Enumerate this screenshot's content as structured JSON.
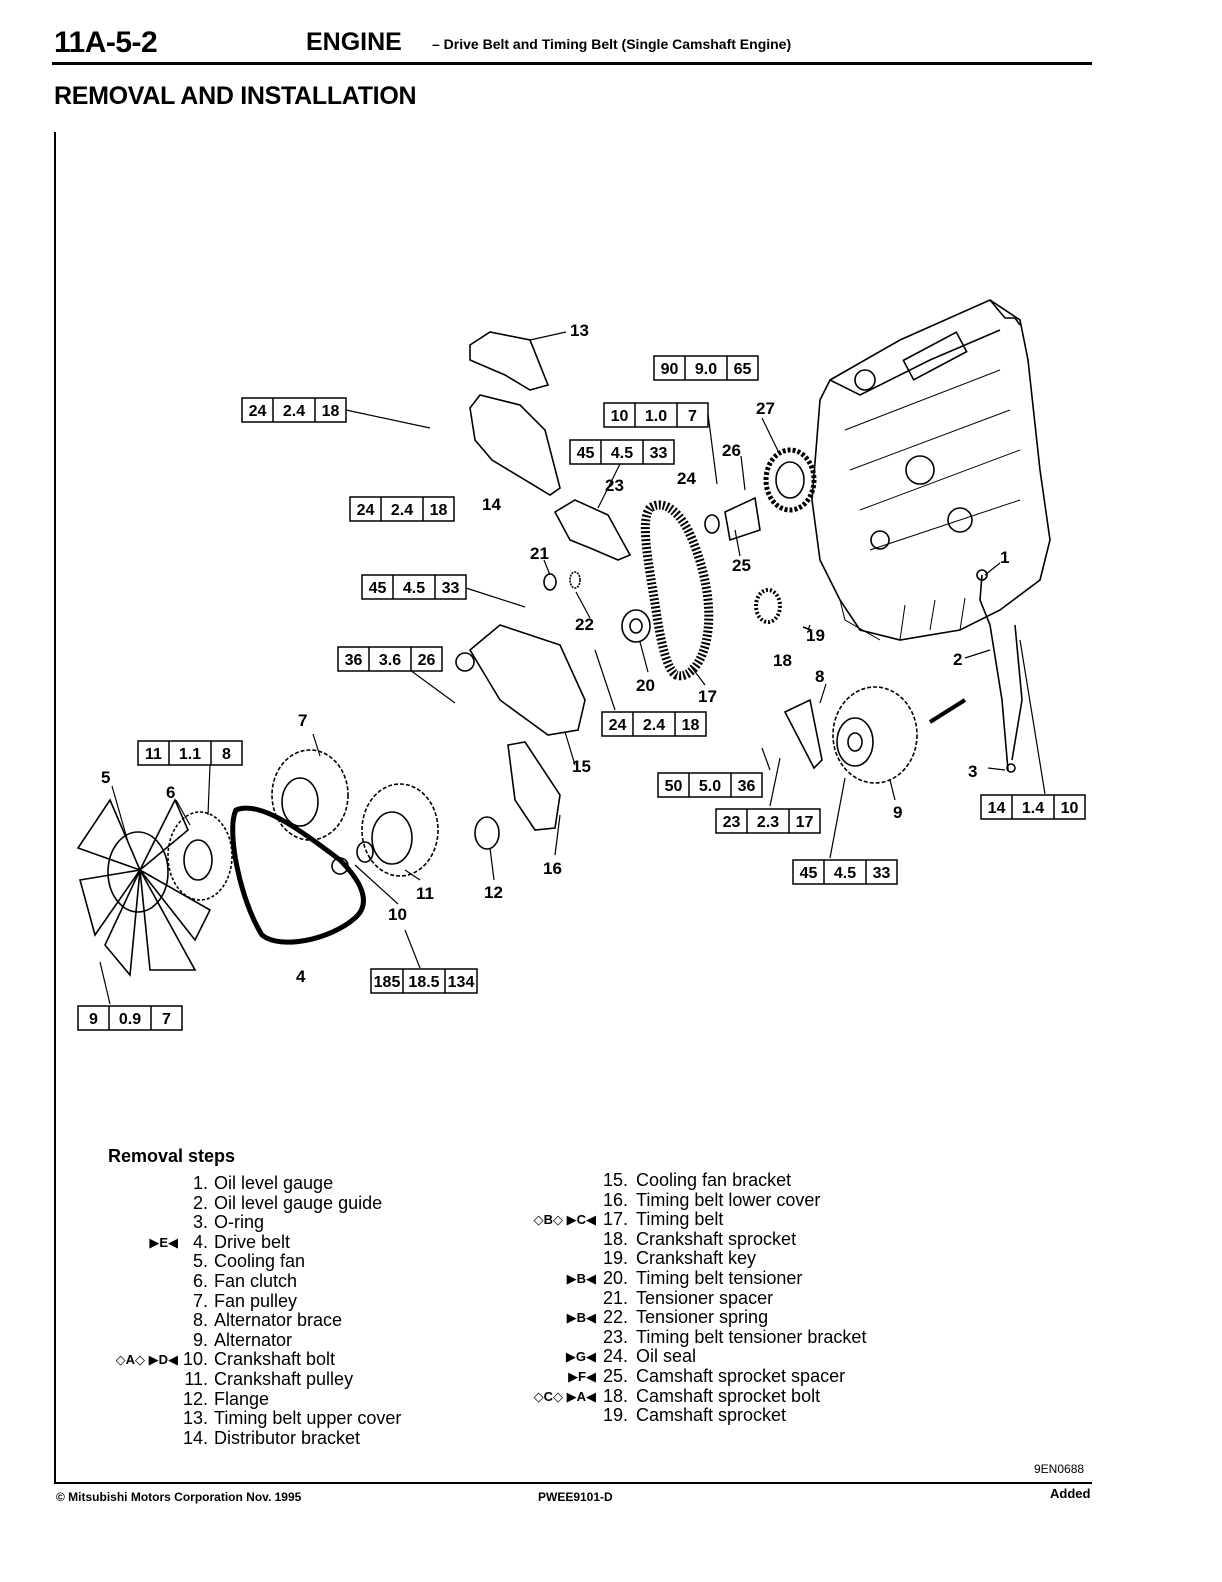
{
  "header": {
    "page_number": "11A-5-2",
    "section": "ENGINE",
    "subtitle": "– Drive Belt and Timing Belt (Single Camshaft Engine)"
  },
  "page_title": "REMOVAL AND INSTALLATION",
  "diagram": {
    "callouts": [
      "1",
      "2",
      "3",
      "4",
      "5",
      "6",
      "7",
      "8",
      "9",
      "10",
      "11",
      "12",
      "13",
      "14",
      "15",
      "16",
      "17",
      "18",
      "19",
      "20",
      "21",
      "22",
      "23",
      "24",
      "25",
      "26",
      "27"
    ],
    "torque_specs": [
      [
        "24",
        "2.4",
        "18"
      ],
      [
        "24",
        "2.4",
        "18"
      ],
      [
        "90",
        "9.0",
        "65"
      ],
      [
        "10",
        "1.0",
        "7"
      ],
      [
        "45",
        "4.5",
        "33"
      ],
      [
        "45",
        "4.5",
        "33"
      ],
      [
        "36",
        "3.6",
        "26"
      ],
      [
        "24",
        "2.4",
        "18"
      ],
      [
        "11",
        "1.1",
        "8"
      ],
      [
        "50",
        "5.0",
        "36"
      ],
      [
        "23",
        "2.3",
        "17"
      ],
      [
        "45",
        "4.5",
        "33"
      ],
      [
        "14",
        "1.4",
        "10"
      ],
      [
        "185",
        "18.5",
        "134"
      ],
      [
        "9",
        "0.9",
        "7"
      ]
    ]
  },
  "removal_steps": {
    "heading": "Removal steps",
    "left": [
      {
        "marks": "",
        "num": "1.",
        "text": "Oil level gauge"
      },
      {
        "marks": "",
        "num": "2.",
        "text": "Oil level gauge guide"
      },
      {
        "marks": "",
        "num": "3.",
        "text": "O-ring"
      },
      {
        "marks": "▶E◀",
        "num": "4.",
        "text": "Drive belt"
      },
      {
        "marks": "",
        "num": "5.",
        "text": "Cooling fan"
      },
      {
        "marks": "",
        "num": "6.",
        "text": "Fan clutch"
      },
      {
        "marks": "",
        "num": "7.",
        "text": "Fan pulley"
      },
      {
        "marks": "",
        "num": "8.",
        "text": "Alternator brace"
      },
      {
        "marks": "",
        "num": "9.",
        "text": "Alternator"
      },
      {
        "marks": "◇A◇ ▶D◀",
        "num": "10.",
        "text": "Crankshaft bolt"
      },
      {
        "marks": "",
        "num": "11.",
        "text": "Crankshaft pulley"
      },
      {
        "marks": "",
        "num": "12.",
        "text": "Flange"
      },
      {
        "marks": "",
        "num": "13.",
        "text": "Timing belt upper cover"
      },
      {
        "marks": "",
        "num": "14.",
        "text": "Distributor bracket"
      }
    ],
    "right": [
      {
        "marks": "",
        "num": "15.",
        "text": "Cooling fan bracket"
      },
      {
        "marks": "",
        "num": "16.",
        "text": "Timing belt lower cover"
      },
      {
        "marks": "◇B◇ ▶C◀",
        "num": "17.",
        "text": "Timing belt"
      },
      {
        "marks": "",
        "num": "18.",
        "text": "Crankshaft sprocket"
      },
      {
        "marks": "",
        "num": "19.",
        "text": "Crankshaft key"
      },
      {
        "marks": "▶B◀",
        "num": "20.",
        "text": "Timing belt tensioner"
      },
      {
        "marks": "",
        "num": "21.",
        "text": "Tensioner spacer"
      },
      {
        "marks": "▶B◀",
        "num": "22.",
        "text": "Tensioner spring"
      },
      {
        "marks": "",
        "num": "23.",
        "text": "Timing belt tensioner bracket"
      },
      {
        "marks": "▶G◀",
        "num": "24.",
        "text": "Oil seal"
      },
      {
        "marks": "▶F◀",
        "num": "25.",
        "text": "Camshaft sprocket spacer"
      },
      {
        "marks": "◇C◇ ▶A◀",
        "num": "18.",
        "text": "Camshaft sprocket bolt"
      },
      {
        "marks": "",
        "num": "19.",
        "text": "Camshaft sprocket"
      }
    ]
  },
  "footer": {
    "figure_code": "9EN0688",
    "copyright": "© Mitsubishi Motors Corporation  Nov. 1995",
    "doc_code": "PWEE9101-D",
    "status": "Added"
  }
}
